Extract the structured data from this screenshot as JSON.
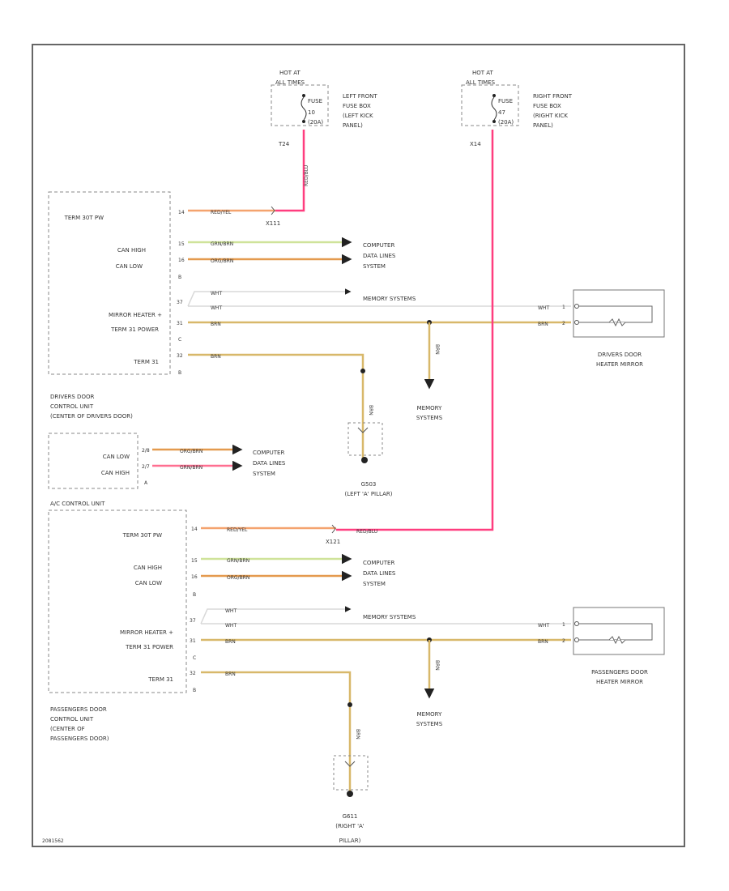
{
  "colors": {
    "red_yel": "#f4a36e",
    "red_blu": "#ff3d7f",
    "grn_brn": "#cfe39a",
    "org_brn": "#e49a4e",
    "wht": "#d8d8d8",
    "brn": "#d8b86a",
    "outline": "#888888"
  },
  "fuse_left": {
    "hot_at": "HOT AT",
    "all_times": "ALL TIMES",
    "fuse": "FUSE",
    "number": "10",
    "amps": "(20A)",
    "location": [
      "LEFT FRONT",
      "FUSE BOX",
      "(LEFT KICK",
      "PANEL)"
    ],
    "terminal": "T24"
  },
  "fuse_right": {
    "hot_at": "HOT AT",
    "all_times": "ALL TIMES",
    "fuse": "FUSE",
    "number": "47",
    "amps": "(20A)",
    "location": [
      "RIGHT FRONT",
      "FUSE BOX",
      "(RIGHT KICK",
      "PANEL)"
    ],
    "terminal": "X14"
  },
  "driver_unit": {
    "labels": {
      "term30": "TERM 30T PW",
      "can_high": "CAN HIGH",
      "can_low": "CAN LOW",
      "mirror_heater": "MIRROR HEATER +",
      "term31_power": "TERM 31 POWER",
      "term31": "TERM 31"
    },
    "pins": {
      "term30": "14",
      "can_high": "15",
      "can_low": "16",
      "mirror_heater": "37",
      "term31_power": "31",
      "term31": "32"
    },
    "connector_b1": "B",
    "connector_c": "C",
    "connector_b2": "B",
    "name": [
      "DRIVERS DOOR",
      "CONTROL UNIT",
      "(CENTER OF DRIVERS DOOR)"
    ],
    "splice": "X111"
  },
  "driver_wires": {
    "term30": "RED/YEL",
    "can_high": "GRN/BRN",
    "can_low": "ORG/BRN",
    "memory": "WHT",
    "mirror_pos": "WHT",
    "mirror_neg": "BRN",
    "term31": "BRN",
    "ground_drop": "BRN",
    "memory_drop": "BRN",
    "fuse_drop": "RED/BLU"
  },
  "driver_targets": {
    "computer": [
      "COMPUTER",
      "DATA LINES",
      "SYSTEM"
    ],
    "memory_systems": "MEMORY SYSTEMS",
    "memory_vertical": [
      "MEMORY",
      "SYSTEMS"
    ],
    "ground": [
      "G503",
      "(LEFT 'A' PILLAR)"
    ]
  },
  "driver_mirror": {
    "pin_pos": "1",
    "pin_neg": "2",
    "wire_pos": "WHT",
    "wire_neg": "BRN",
    "name": [
      "DRIVERS DOOR",
      "HEATER MIRROR"
    ]
  },
  "hvac_unit": {
    "can_low": "CAN LOW",
    "can_high": "CAN HIGH",
    "pin_low": "2/8",
    "pin_high": "2/7",
    "wire_low": "ORG/BRN",
    "wire_high": "GRN/BRN",
    "connector": "A",
    "computer": [
      "COMPUTER",
      "DATA LINES",
      "SYSTEM"
    ],
    "name": "A/C CONTROL UNIT"
  },
  "passenger_unit": {
    "labels": {
      "term30": "TERM 30T PW",
      "can_high": "CAN HIGH",
      "can_low": "CAN LOW",
      "mirror_heater": "MIRROR HEATER +",
      "term31_power": "TERM 31 POWER",
      "term31": "TERM 31"
    },
    "pins": {
      "term30": "14",
      "can_high": "15",
      "can_low": "16",
      "mirror_heater": "37",
      "term31_power": "31",
      "term31": "32"
    },
    "connector_b1": "B",
    "connector_c": "C",
    "connector_b2": "B",
    "name": [
      "PASSENGERS DOOR",
      "CONTROL UNIT",
      "(CENTER OF",
      "PASSENGERS DOOR)"
    ],
    "splice": "X121",
    "splice_wire": "RED/BLU"
  },
  "passenger_wires": {
    "term30": "RED/YEL",
    "can_high": "GRN/BRN",
    "can_low": "ORG/BRN",
    "memory": "WHT",
    "mirror_pos": "WHT",
    "mirror_neg": "BRN",
    "term31": "BRN",
    "ground_drop": "BRN",
    "memory_drop": "BRN"
  },
  "passenger_targets": {
    "computer": [
      "COMPUTER",
      "DATA LINES",
      "SYSTEM"
    ],
    "memory_systems": "MEMORY SYSTEMS",
    "memory_vertical": [
      "MEMORY",
      "SYSTEMS"
    ],
    "ground": [
      "G611",
      "(RIGHT 'A'",
      "PILLAR)"
    ]
  },
  "passenger_mirror": {
    "pin_pos": "1",
    "pin_neg": "2",
    "wire_pos": "WHT",
    "wire_neg": "BRN",
    "name": [
      "PASSENGERS DOOR",
      "HEATER MIRROR"
    ]
  },
  "footer_code": "2081562"
}
